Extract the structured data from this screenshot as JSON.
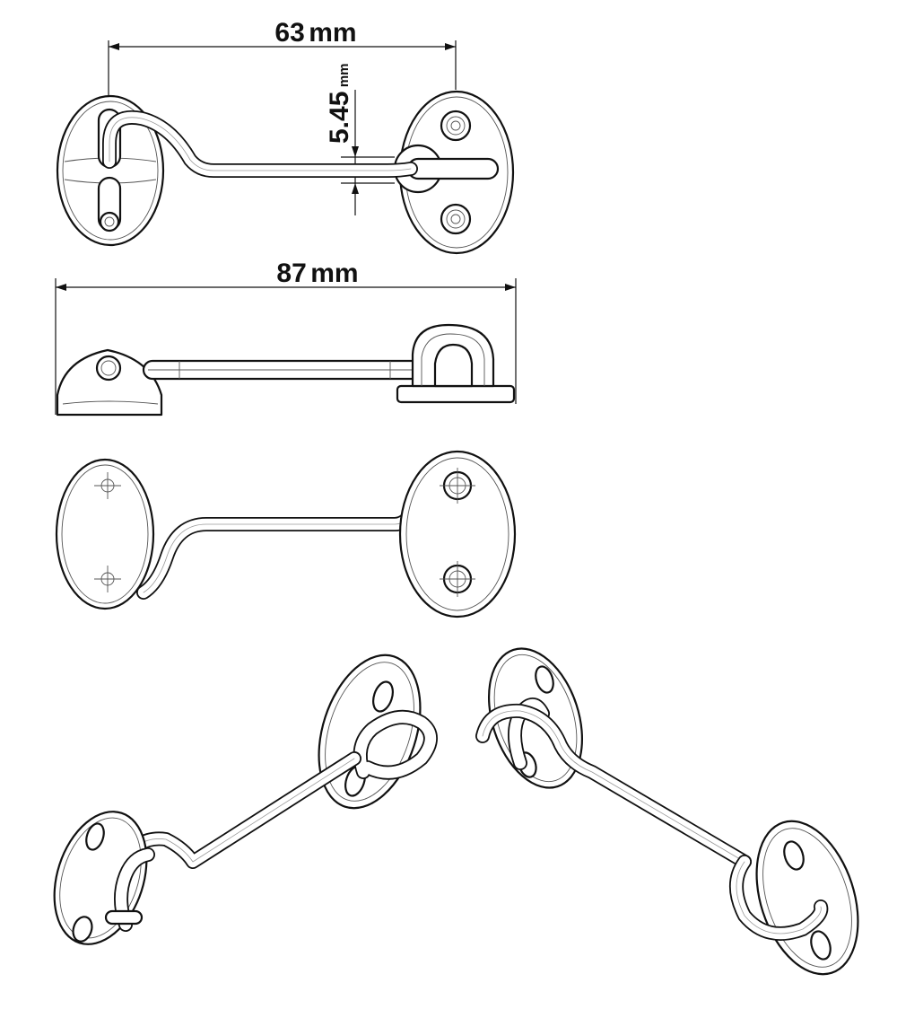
{
  "dimensions": {
    "top_length": {
      "value": "63",
      "unit": "mm"
    },
    "rod_diameter": {
      "value": "5.45",
      "unit": "mm"
    },
    "overall_length": {
      "value": "87",
      "unit": "mm"
    }
  },
  "views": [
    "top",
    "side",
    "front",
    "isometric-left",
    "isometric-right"
  ],
  "colors": {
    "line": "#111111",
    "background": "#ffffff"
  }
}
